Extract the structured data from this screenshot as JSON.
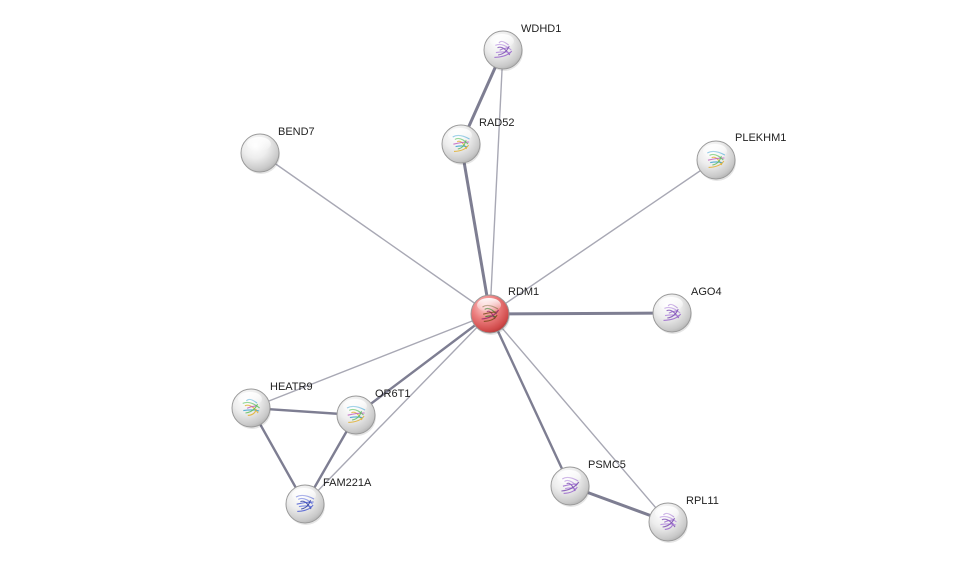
{
  "network": {
    "query_color": "#e05a5a",
    "node_color": "#d8d8d8",
    "edge_color": "#a8a8b4",
    "nodes": [
      {
        "id": "RDM1",
        "label": "RDM1",
        "query": true,
        "structure": "red-ribbon"
      },
      {
        "id": "WDHD1",
        "label": "WDHD1",
        "structure": "purple-ribbon"
      },
      {
        "id": "RAD52",
        "label": "RAD52",
        "structure": "multicolor-ribbon"
      },
      {
        "id": "BEND7",
        "label": "BEND7",
        "structure": "none"
      },
      {
        "id": "PLEKHM1",
        "label": "PLEKHM1",
        "structure": "multicolor-ribbon"
      },
      {
        "id": "AGO4",
        "label": "AGO4",
        "structure": "purple-ribbon"
      },
      {
        "id": "HEATR9",
        "label": "HEATR9",
        "structure": "multicolor-ribbon"
      },
      {
        "id": "OR6T1",
        "label": "OR6T1",
        "structure": "multicolor-ribbon"
      },
      {
        "id": "FAM221A",
        "label": "FAM221A",
        "structure": "blue-ribbon"
      },
      {
        "id": "PSMC5",
        "label": "PSMC5",
        "structure": "purple-ribbon"
      },
      {
        "id": "RPL11",
        "label": "RPL11",
        "structure": "purple-ribbon"
      }
    ],
    "edges": [
      {
        "source": "RDM1",
        "target": "RAD52",
        "strength": "strong"
      },
      {
        "source": "RAD52",
        "target": "WDHD1",
        "strength": "strong"
      },
      {
        "source": "RDM1",
        "target": "WDHD1",
        "strength": "weak"
      },
      {
        "source": "RDM1",
        "target": "BEND7",
        "strength": "weak"
      },
      {
        "source": "RDM1",
        "target": "PLEKHM1",
        "strength": "weak"
      },
      {
        "source": "RDM1",
        "target": "AGO4",
        "strength": "strong"
      },
      {
        "source": "RDM1",
        "target": "HEATR9",
        "strength": "weak"
      },
      {
        "source": "RDM1",
        "target": "OR6T1",
        "strength": "medium"
      },
      {
        "source": "RDM1",
        "target": "FAM221A",
        "strength": "weak"
      },
      {
        "source": "RDM1",
        "target": "PSMC5",
        "strength": "medium"
      },
      {
        "source": "RDM1",
        "target": "RPL11",
        "strength": "weak"
      },
      {
        "source": "HEATR9",
        "target": "OR6T1",
        "strength": "medium"
      },
      {
        "source": "HEATR9",
        "target": "FAM221A",
        "strength": "medium"
      },
      {
        "source": "OR6T1",
        "target": "FAM221A",
        "strength": "medium"
      },
      {
        "source": "PSMC5",
        "target": "RPL11",
        "strength": "strong"
      }
    ]
  }
}
